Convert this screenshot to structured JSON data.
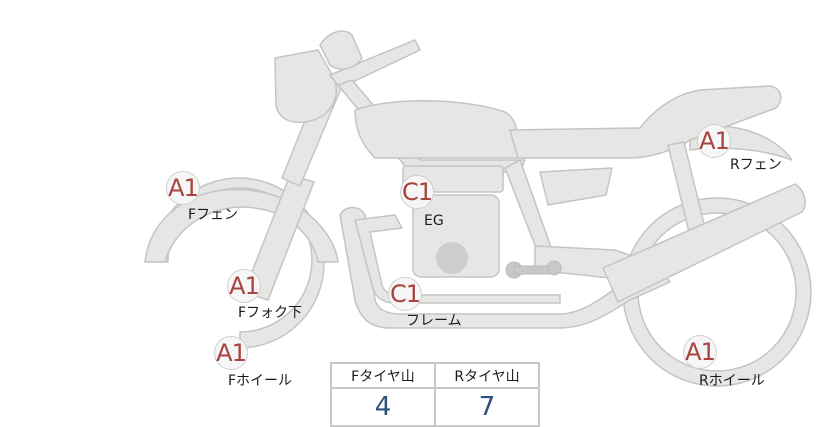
{
  "parts": [
    {
      "code": "A1",
      "label": "Fフェン"
    },
    {
      "code": "A1",
      "label": "Fフォク下"
    },
    {
      "code": "A1",
      "label": "Fホイール"
    },
    {
      "code": "C1",
      "label": "EG"
    },
    {
      "code": "C1",
      "label": "フレーム"
    },
    {
      "code": "A1",
      "label": "Rフェン"
    },
    {
      "code": "A1",
      "label": "Rホイール"
    }
  ],
  "tire_table": {
    "headers": [
      "Fタイヤ山",
      "Rタイヤ山"
    ],
    "values": [
      "4",
      "7"
    ]
  },
  "colors": {
    "body_fill": "#e6e6e4",
    "body_stroke": "#c4c4c2",
    "code_text": "#a8433f",
    "value_text": "#2f4f7f"
  }
}
